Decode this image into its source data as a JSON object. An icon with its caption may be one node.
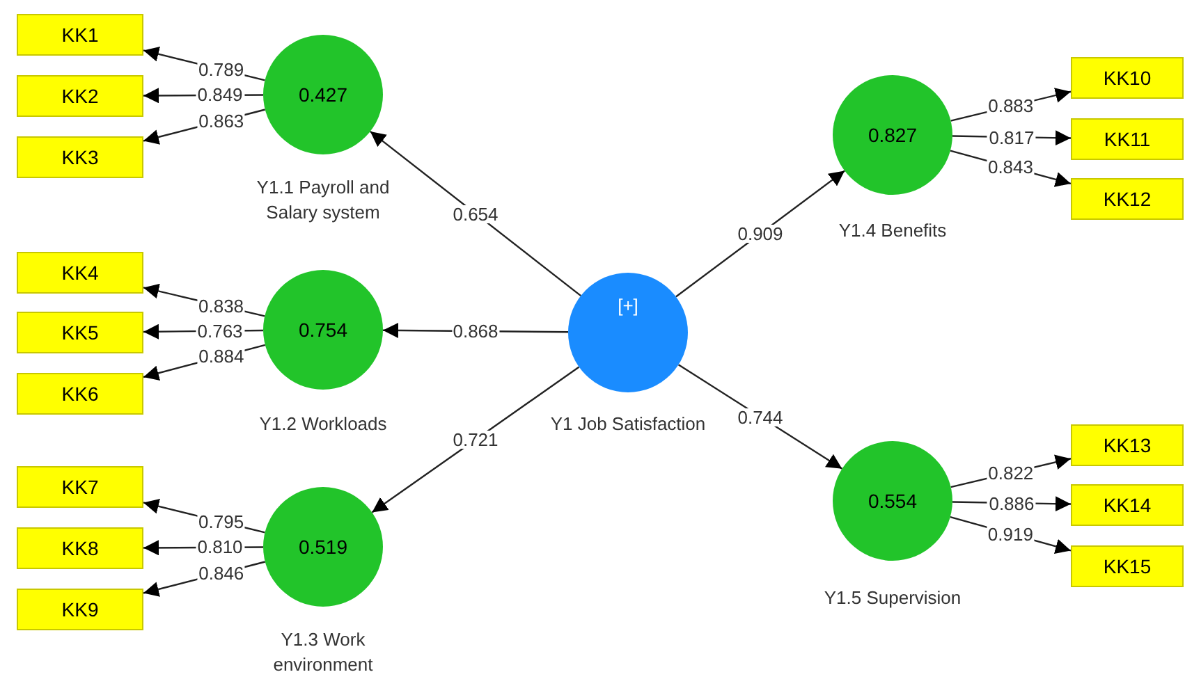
{
  "diagram": {
    "nodes": [
      {
        "text": [
          "[+]"
        ],
        "beside": [
          "Y1 Job Satisfaction"
        ]
      },
      {
        "text": [
          "0.427"
        ],
        "beside": [
          "Y1.1 Payroll and Salary system"
        ]
      },
      {
        "text": [
          "0.754"
        ],
        "beside": [
          "Y1.2 Workloads"
        ]
      },
      {
        "text": [
          "0.519"
        ],
        "beside": [
          "Y1.3 Work environment"
        ]
      },
      {
        "text": [
          "0.827"
        ],
        "beside": [
          "Y1.4 Benefits"
        ]
      },
      {
        "text": [
          "0.554"
        ],
        "beside": [
          "Y1.5 Supervision"
        ]
      },
      {
        "text": [
          "KK1"
        ]
      },
      {
        "text": [
          "KK2"
        ]
      },
      {
        "text": [
          "KK3"
        ]
      },
      {
        "text": [
          "KK4"
        ]
      },
      {
        "text": [
          "KK5"
        ]
      },
      {
        "text": [
          "KK6"
        ]
      },
      {
        "text": [
          "KK7"
        ]
      },
      {
        "text": [
          "KK8"
        ]
      },
      {
        "text": [
          "KK9"
        ]
      },
      {
        "text": [
          "KK10"
        ]
      },
      {
        "text": [
          "KK11"
        ]
      },
      {
        "text": [
          "KK12"
        ]
      },
      {
        "text": [
          "KK13"
        ]
      },
      {
        "text": [
          "KK14"
        ]
      },
      {
        "text": [
          "KK15"
        ]
      }
    ],
    "edges": [
      {
        "from": 0,
        "to": 1,
        "arrow": "to",
        "label": "0.654"
      },
      {
        "from": 0,
        "to": 2,
        "arrow": "to",
        "label": "0.868"
      },
      {
        "from": 0,
        "to": 3,
        "arrow": "to",
        "label": "0.721"
      },
      {
        "from": 0,
        "to": 4,
        "arrow": "to",
        "label": "0.909"
      },
      {
        "from": 0,
        "to": 5,
        "arrow": "to",
        "label": "0.744"
      },
      {
        "from": 1,
        "to": 6,
        "arrow": "to",
        "label": "0.789"
      },
      {
        "from": 1,
        "to": 7,
        "arrow": "to",
        "label": "0.849"
      },
      {
        "from": 1,
        "to": 8,
        "arrow": "to",
        "label": "0.863"
      },
      {
        "from": 2,
        "to": 9,
        "arrow": "to",
        "label": "0.838"
      },
      {
        "from": 2,
        "to": 10,
        "arrow": "to",
        "label": "0.763"
      },
      {
        "from": 2,
        "to": 11,
        "arrow": "to",
        "label": "0.884"
      },
      {
        "from": 3,
        "to": 12,
        "arrow": "to",
        "label": "0.795"
      },
      {
        "from": 3,
        "to": 13,
        "arrow": "to",
        "label": "0.810"
      },
      {
        "from": 3,
        "to": 14,
        "arrow": "to",
        "label": "0.846"
      },
      {
        "from": 4,
        "to": 15,
        "arrow": "to",
        "label": "0.883"
      },
      {
        "from": 4,
        "to": 16,
        "arrow": "to",
        "label": "0.817"
      },
      {
        "from": 4,
        "to": 17,
        "arrow": "to",
        "label": "0.843"
      },
      {
        "from": 5,
        "to": 18,
        "arrow": "to",
        "label": "0.822"
      },
      {
        "from": 5,
        "to": 19,
        "arrow": "to",
        "label": "0.886"
      },
      {
        "from": 5,
        "to": 20,
        "arrow": "to",
        "label": "0.919"
      }
    ]
  }
}
